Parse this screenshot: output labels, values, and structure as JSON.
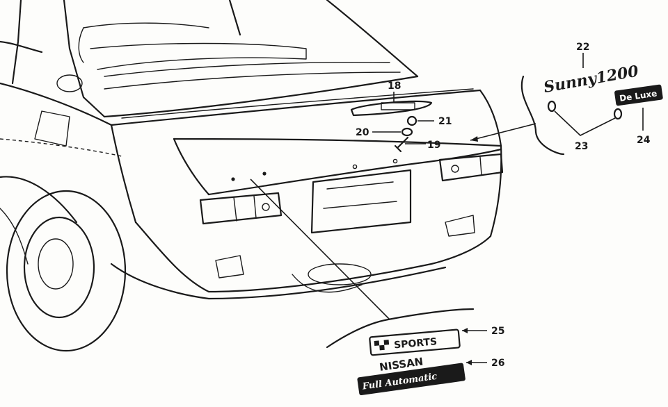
{
  "callouts": {
    "c18": "18",
    "c19": "19",
    "c20": "20",
    "c21": "21",
    "c22": "22",
    "c23": "23",
    "c24": "24",
    "c25": "25",
    "c26": "26"
  },
  "emblems": {
    "sunny": "Sunny1200",
    "deluxe": "De Luxe",
    "sports": "SPORTS",
    "nissan": "NISSAN",
    "automatic": "Full Automatic"
  }
}
